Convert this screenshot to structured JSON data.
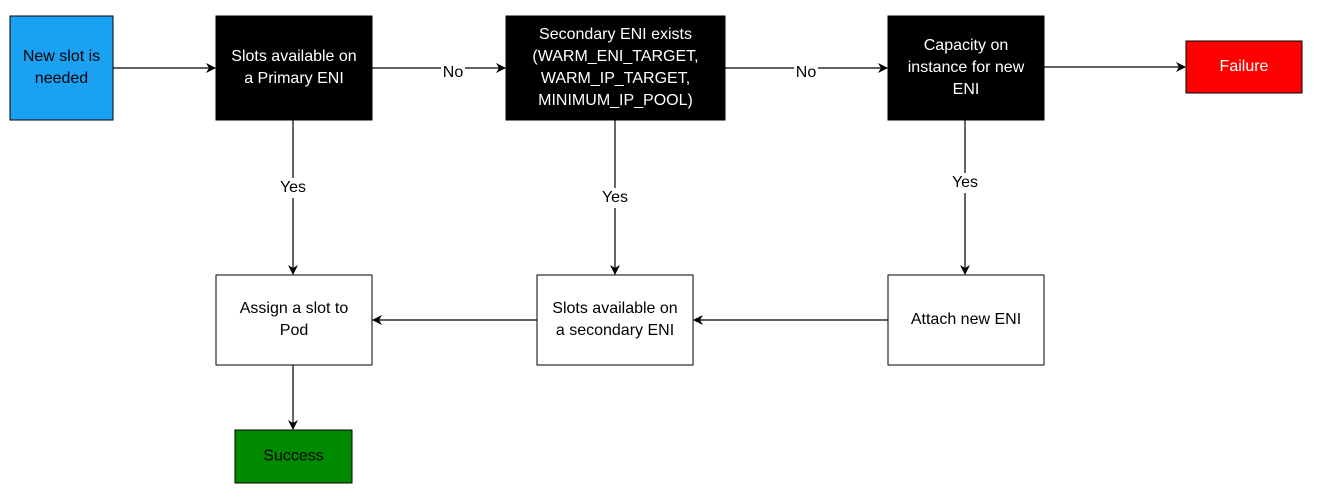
{
  "nodes": {
    "new_slot": {
      "lines": [
        "New slot is",
        "needed"
      ],
      "fill": "#1ba1f2",
      "text_color": "#000000"
    },
    "slots_primary": {
      "lines": [
        "Slots available on",
        "a Primary ENI"
      ],
      "fill": "#000000",
      "text_color": "#ffffff"
    },
    "secondary_exists": {
      "lines": [
        "Secondary ENI exists",
        "(WARM_ENI_TARGET,",
        "WARM_IP_TARGET,",
        "MINIMUM_IP_POOL)"
      ],
      "fill": "#000000",
      "text_color": "#ffffff"
    },
    "capacity": {
      "lines": [
        "Capacity on",
        "instance for new",
        "ENI"
      ],
      "fill": "#000000",
      "text_color": "#ffffff"
    },
    "failure": {
      "lines": [
        "Failure"
      ],
      "fill": "#ff0000",
      "text_color": "#ffffff"
    },
    "assign_slot": {
      "lines": [
        "Assign a slot to",
        "Pod"
      ],
      "fill": "#ffffff",
      "text_color": "#000000"
    },
    "slots_secondary": {
      "lines": [
        "Slots available on",
        "a secondary ENI"
      ],
      "fill": "#ffffff",
      "text_color": "#000000"
    },
    "attach_eni": {
      "lines": [
        "Attach new ENI"
      ],
      "fill": "#ffffff",
      "text_color": "#000000"
    },
    "success": {
      "lines": [
        "Success"
      ],
      "fill": "#008a00",
      "text_color": "#000000"
    }
  },
  "edges": [
    {
      "from": "new_slot",
      "to": "slots_primary",
      "label": ""
    },
    {
      "from": "slots_primary",
      "to": "secondary_exists",
      "label": "No"
    },
    {
      "from": "secondary_exists",
      "to": "capacity",
      "label": "No"
    },
    {
      "from": "capacity",
      "to": "failure",
      "label": ""
    },
    {
      "from": "slots_primary",
      "to": "assign_slot",
      "label": "Yes"
    },
    {
      "from": "secondary_exists",
      "to": "slots_secondary",
      "label": "Yes"
    },
    {
      "from": "capacity",
      "to": "attach_eni",
      "label": "Yes"
    },
    {
      "from": "attach_eni",
      "to": "slots_secondary",
      "label": ""
    },
    {
      "from": "slots_secondary",
      "to": "assign_slot",
      "label": ""
    },
    {
      "from": "assign_slot",
      "to": "success",
      "label": ""
    }
  ]
}
